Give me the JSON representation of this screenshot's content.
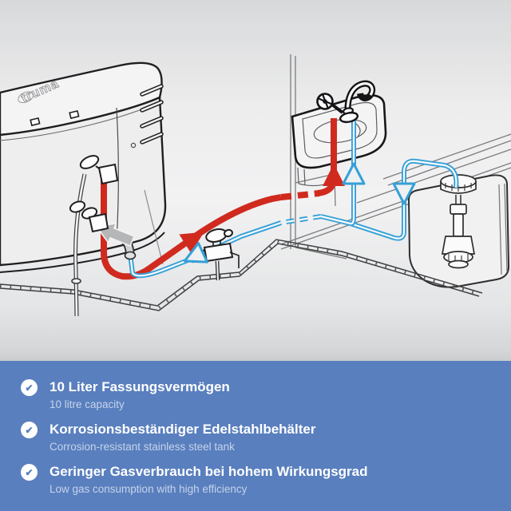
{
  "diagram": {
    "logo_text": "truma",
    "legend": {
      "hot_water_color": "#d02a1f",
      "cold_water_color": "#35a0d8",
      "background_gray": "#ececed"
    }
  },
  "panel": {
    "background_color": "#597fbe",
    "check_glyph": "✔",
    "items": [
      {
        "title_de": "10 Liter Fassungsvermögen",
        "subtitle_en": "10 litre capacity"
      },
      {
        "title_de": "Korrosionsbeständiger Edelstahlbehälter",
        "subtitle_en": "Corrosion-resistant stainless steel tank"
      },
      {
        "title_de": "Geringer Gasverbrauch bei hohem Wirkungsgrad",
        "subtitle_en": "Low gas consumption with high efficiency"
      }
    ]
  }
}
